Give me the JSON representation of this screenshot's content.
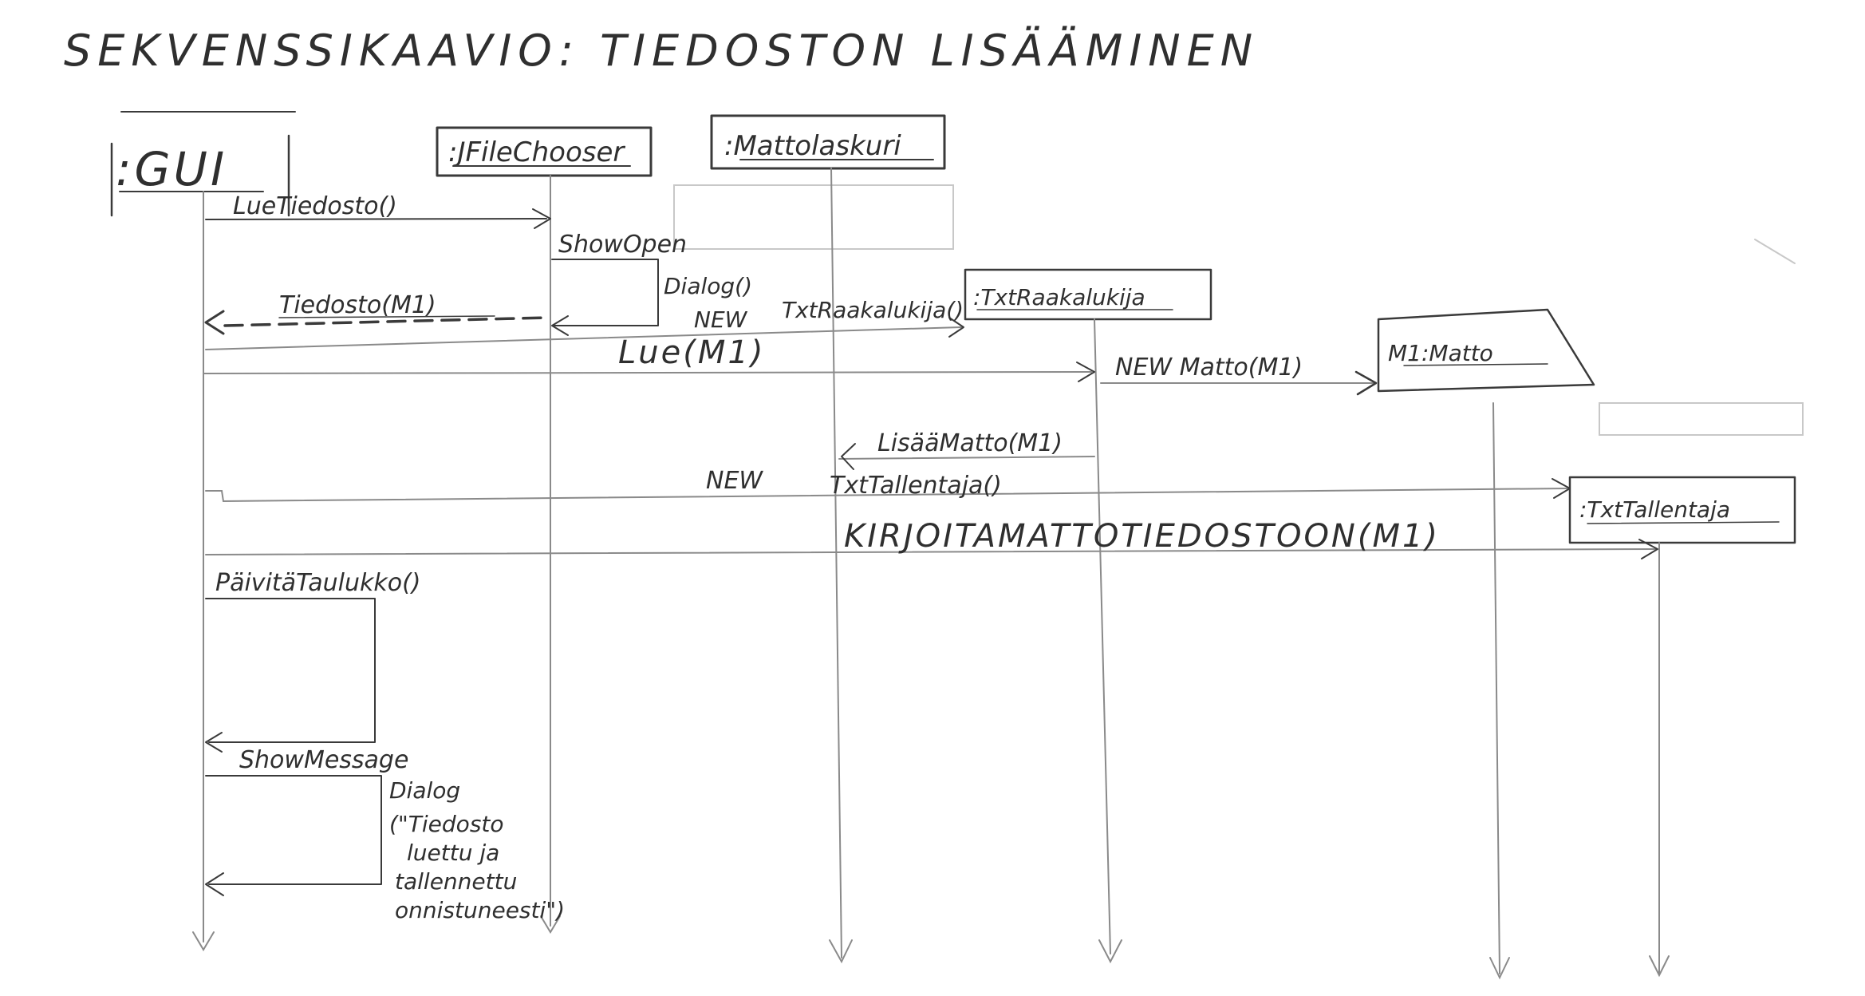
{
  "diagram": {
    "title": "SEKVENSSIKAAVIO: TIEDOSTON LISÄÄMINEN",
    "objects": {
      "gui": ":GUI",
      "filechooser": ":JFileChooser",
      "mattolaskuri": ":Mattolaskuri",
      "lukija": ":TxtRaakalukija",
      "matto": "M1:Matto",
      "tallentaja": ":TxtTallentaja"
    },
    "messages": {
      "luetiedosto": "LueTiedosto()",
      "showopen_1": "ShowOpen",
      "showopen_2": "Dialog()",
      "tiedosto_return": "Tiedosto(M1)",
      "new_1": "NEW",
      "txtraakalukija_ctor": "TxtRaakalukija()",
      "lue": "Lue(M1)",
      "new_matto": "NEW Matto(M1)",
      "lisaamatto": "LisääMatto(M1)",
      "new_2": "NEW",
      "txttallentaja_ctor": "TxtTallentaja()",
      "kirjoita": "KIRJOITAMATTOTIEDOSTOON(M1)",
      "paivitataulukko": "PäivitäTaulukko()",
      "showmessage_1": "ShowMessage",
      "showmessage_2": "Dialog",
      "showmessage_3": "(\"Tiedosto",
      "showmessage_4": "luettu ja",
      "showmessage_5": "tallennettu",
      "showmessage_6": "onnistuneesti\")"
    }
  }
}
